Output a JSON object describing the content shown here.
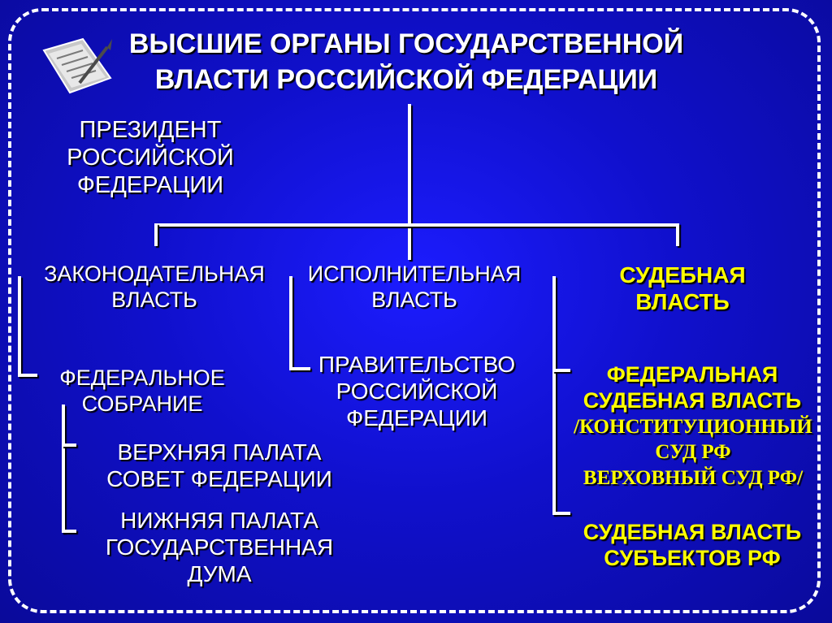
{
  "title": "ВЫСШИЕ ОРГАНЫ ГОСУДАРСТВЕННОЙ\nВЛАСТИ РОССИЙСКОЙ ФЕДЕРАЦИИ",
  "president": "ПРЕЗИДЕНТ\nРОССИЙСКОЙ\nФЕДЕРАЦИИ",
  "branches": {
    "legislative": {
      "label": "ЗАКОНОДАТЕЛЬНАЯ\nВЛАСТЬ",
      "body": "ФЕДЕРАЛЬНОЕ\nСОБРАНИЕ",
      "upper": "ВЕРХНЯЯ ПАЛАТА\nСОВЕТ ФЕДЕРАЦИИ",
      "lower": "НИЖНЯЯ ПАЛАТА\nГОСУДАРСТВЕННАЯ\nДУМА"
    },
    "executive": {
      "label": "ИСПОЛНИТЕЛЬНАЯ\nВЛАСТЬ",
      "body": "ПРАВИТЕЛЬСТВО\nРОССИЙСКОЙ\nФЕДЕРАЦИИ"
    },
    "judicial": {
      "label": "СУДЕБНАЯ\nВЛАСТЬ",
      "federal": "ФЕДЕРАЛЬНАЯ\nСУДЕБНАЯ ВЛАСТЬ",
      "federal_courts": "/КОНСТИТУЦИОННЫЙ\nСУД РФ\nВЕРХОВНЫЙ СУД РФ/",
      "regional": "СУДЕБНАЯ ВЛАСТЬ\nСУБЪЕКТОВ РФ"
    }
  },
  "colors": {
    "background": "#1010cc",
    "text": "#ffffff",
    "judicial_text": "#ffff00",
    "connector": "#ffffff"
  },
  "icons": {
    "header": "document-icon"
  }
}
